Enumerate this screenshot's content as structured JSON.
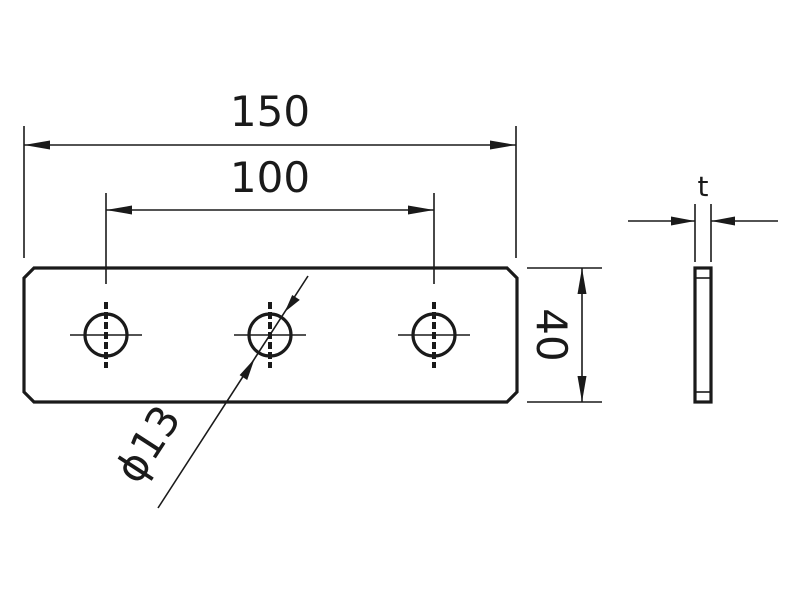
{
  "diagram": {
    "dim_overall_length": "150",
    "dim_hole_spacing": "100",
    "dim_height": "40",
    "dim_hole_diameter": "ϕ13",
    "dim_thickness": "t"
  },
  "colors": {
    "ink": "#1a1a1a",
    "background": "#ffffff"
  }
}
